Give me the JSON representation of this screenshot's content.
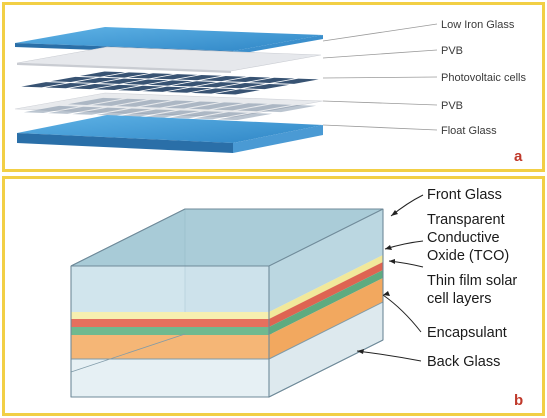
{
  "panel_a": {
    "letter": "a",
    "labels": [
      {
        "text": "Low Iron Glass"
      },
      {
        "text": "PVB"
      },
      {
        "text": "Photovoltaic cells"
      },
      {
        "text": "PVB"
      },
      {
        "text": "Float Glass"
      }
    ]
  },
  "panel_b": {
    "letter": "b",
    "labels": [
      {
        "lines": [
          "Front Glass"
        ]
      },
      {
        "lines": [
          "Transparent",
          "Conductive",
          "Oxide (TCO)"
        ]
      },
      {
        "lines": [
          "Thin film solar",
          "cell layers"
        ]
      },
      {
        "lines": [
          "Encapsulant"
        ]
      },
      {
        "lines": [
          "Back Glass"
        ]
      }
    ]
  },
  "colors": {
    "frame": "#f2cf45",
    "glass_top": "#3d95d1",
    "glass_side": "#2a6fa8",
    "pvb": "#e3e6ea",
    "cell": "#2d4a6b",
    "tco": "#f6efb0",
    "encapsulant_red": "#e5705e",
    "thin_film_green": "#6fb98f",
    "back_orange": "#f5b676",
    "box_glass": "#b9d7e0",
    "letter": "#c0392b"
  }
}
